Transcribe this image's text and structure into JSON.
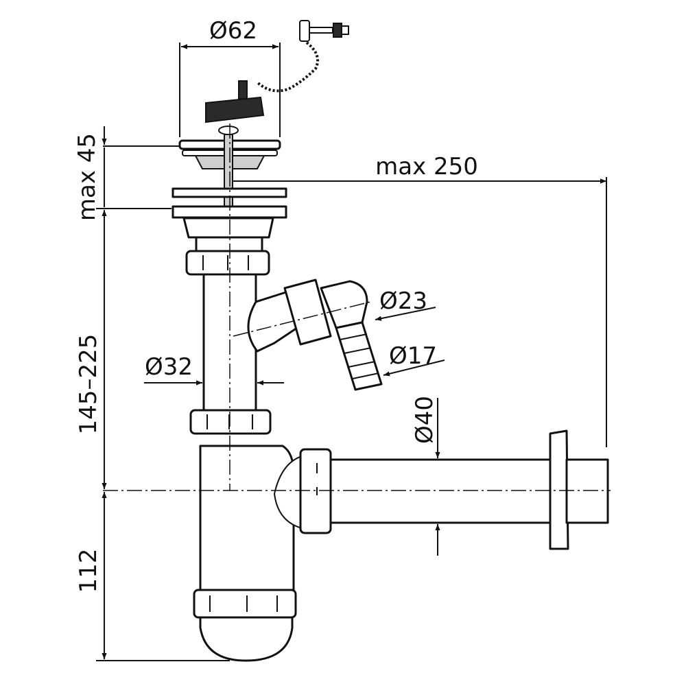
{
  "dimensions": {
    "strainer_diameter": "Ø62",
    "height_max_strainer": "max 45",
    "horizontal_reach": "max 250",
    "tube_diameter": "Ø32",
    "hose_inlet_outer": "Ø23",
    "hose_inlet_inner": "Ø17",
    "outlet_diameter": "Ø40",
    "adjustable_height": "145–225",
    "trap_height": "112"
  }
}
